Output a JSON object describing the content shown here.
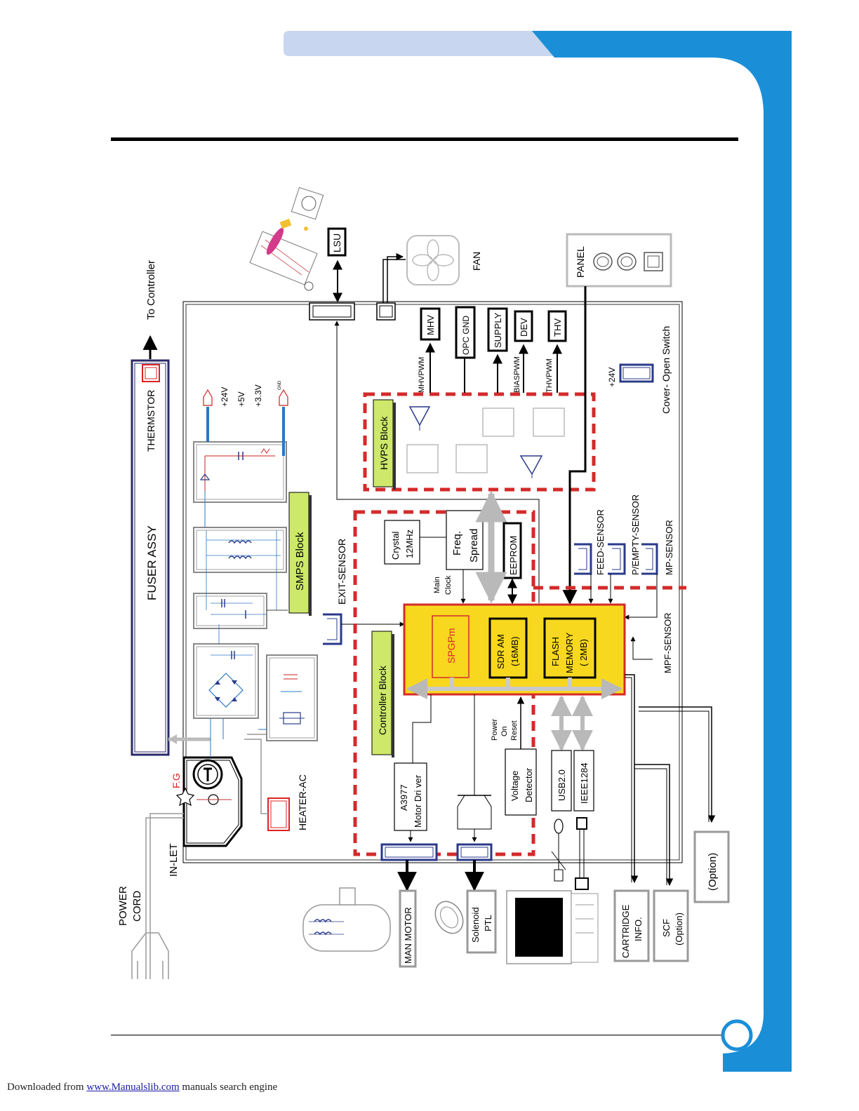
{
  "labels": {
    "to_controller": "To Controller",
    "fuser_assy": "FUSER ASSY",
    "thermistor": "THERMSTOR",
    "v24": "+24V",
    "v5": "+5V",
    "v33": "+3.3V",
    "gnd": "GND",
    "smps_block": "SMPS Block",
    "exit_sensor": "EXIT-SENSOR",
    "heater_ac": "HEATER-AC",
    "fg": "F.G",
    "in_let": "IN-LET",
    "power_cord_1": "POWER",
    "power_cord_2": "CORD",
    "lsu": "LSU",
    "fan": "FAN",
    "panel": "PANEL",
    "mhvpwm": "MHVPWM",
    "mhv": "MHV",
    "opc_gnd": "OPC GND",
    "supply": "SUPPLY",
    "biaspwm": "BIASPWM",
    "dev": "DEV",
    "thvpwm": "THVPWM",
    "thv": "THV",
    "cover_open": "Cover- Open Switch",
    "v24_cover": "+24V",
    "hvps_block": "HVPS Block",
    "crystal_1": "Crystal",
    "crystal_2": "12MHz",
    "freq_1": "Freq.",
    "freq_2": "Spread",
    "eeprom": "EEPROM",
    "main_clock_1": "Main",
    "main_clock_2": "Clock",
    "feed_sensor": "FEED-SENSOR",
    "pempty_sensor": "P/EMPTY-SENSOR",
    "mp_sensor": "MP-SENSOR",
    "mpf_sensor": "MPF-SENSOR",
    "spgpm": "SPGPm",
    "sdram_1": "SDR AM",
    "sdram_2": "(16MB)",
    "flash_1": "FLASH",
    "flash_2": "MEMORY",
    "flash_3": "( 2MB)",
    "controller_block": "Controller Block",
    "power_on_1": "Power",
    "power_on_2": "On",
    "power_on_3": "Reset",
    "a3977_1": "A3977",
    "a3977_2": "Motor Dri ver",
    "voltage_1": "Voltage",
    "voltage_2": "Detector",
    "usb": "USB2.0",
    "ieee": "IEEE1284",
    "main_motor": "MAN MOTOR",
    "solenoid_1": "Solenoid",
    "solenoid_2": "PTL",
    "cartridge_1": "CARTRIDGE",
    "cartridge_2": "INFO.",
    "scf_1": "SCF",
    "scf_2": "(Option)",
    "option": "(Option)"
  },
  "footer": {
    "prefix": "Downloaded from",
    "link": "www.Manualslib.com",
    "suffix": "manuals search engine"
  },
  "colors": {
    "accent_blue": "#1a8fd8",
    "tab_light": "#c8d6ef",
    "dashed_red": "#d42a2a",
    "chip_yellow": "#f7d81e",
    "label_green": "#cde86a",
    "wire_blue": "#2b77c6"
  }
}
